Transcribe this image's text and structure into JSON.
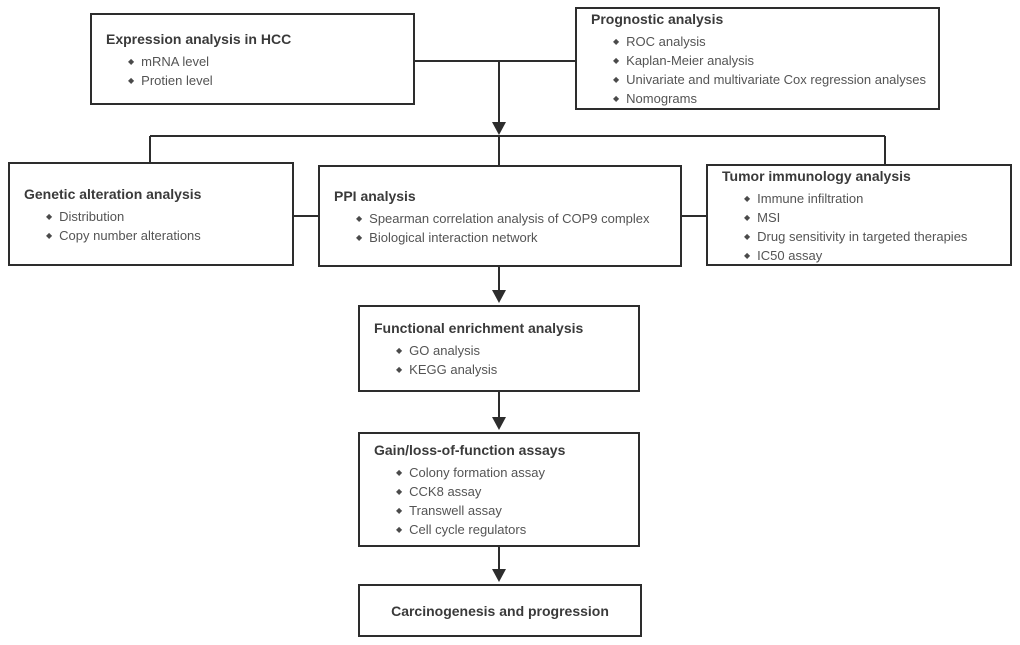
{
  "diagram": {
    "bullet_glyph": "◆",
    "colors": {
      "border": "#2d2d2d",
      "title_text": "#3a3a3a",
      "item_text": "#545454",
      "background": "#ffffff",
      "connector": "#2d2d2d"
    },
    "boxes": [
      {
        "title": "Expression analysis in HCC",
        "items": [
          "mRNA level",
          "Protien level"
        ]
      },
      {
        "title": "Prognostic analysis",
        "items": [
          "ROC analysis",
          "Kaplan-Meier analysis",
          "Univariate and multivariate Cox regression analyses",
          "Nomograms"
        ]
      },
      {
        "title": "Genetic alteration analysis",
        "items": [
          "Distribution",
          "Copy number alterations"
        ]
      },
      {
        "title": "PPI analysis",
        "items": [
          "Spearman correlation analysis of COP9 complex",
          "Biological interaction network"
        ]
      },
      {
        "title": "Tumor immunology analysis",
        "items": [
          "Immune infiltration",
          "MSI",
          "Drug sensitivity in targeted therapies",
          "IC50 assay"
        ]
      },
      {
        "title": "Functional enrichment analysis",
        "items": [
          "GO analysis",
          "KEGG analysis"
        ]
      },
      {
        "title": "Gain/loss-of-function assays",
        "items": [
          "Colony formation assay",
          "CCK8 assay",
          "Transwell assay",
          "Cell cycle regulators"
        ]
      },
      {
        "title": "Carcinogenesis and progression",
        "items": []
      }
    ]
  }
}
